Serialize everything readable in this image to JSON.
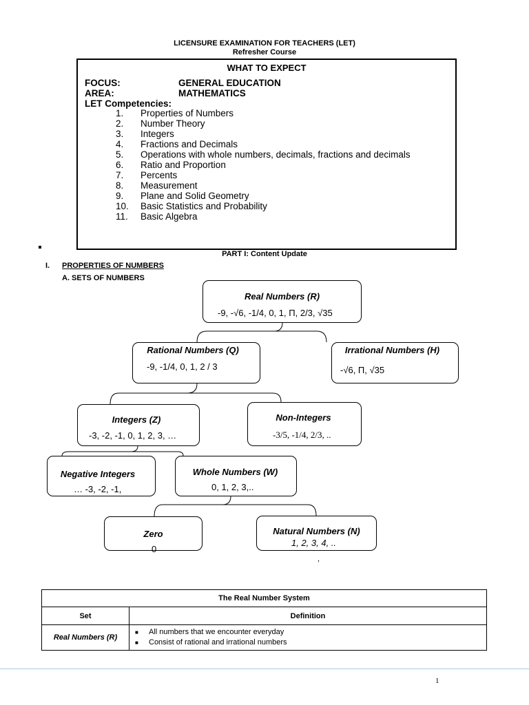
{
  "header": {
    "title": "LICENSURE EXAMINATION FOR TEACHERS (LET)",
    "subtitle": "Refresher Course"
  },
  "expect_box": {
    "title": "WHAT TO EXPECT",
    "focus_label": "FOCUS:",
    "focus_value": "GENERAL EDUCATION",
    "area_label": "AREA:",
    "area_value": "MATHEMATICS",
    "competencies_label": "LET Competencies:",
    "competencies": [
      {
        "num": "1.",
        "text": "Properties of Numbers"
      },
      {
        "num": "2.",
        "text": "Number Theory"
      },
      {
        "num": "3.",
        "text": "Integers"
      },
      {
        "num": "4.",
        "text": "Fractions and Decimals"
      },
      {
        "num": "5.",
        "text": "Operations with whole numbers, decimals, fractions and decimals"
      },
      {
        "num": "6.",
        "text": "Ratio and Proportion"
      },
      {
        "num": "7.",
        "text": "Percents"
      },
      {
        "num": "8.",
        "text": "Measurement"
      },
      {
        "num": "9.",
        "text": "Plane and Solid Geometry"
      },
      {
        "num": "10.",
        "text": "Basic Statistics and Probability"
      },
      {
        "num": "11.",
        "text": "Basic Algebra"
      }
    ]
  },
  "part_title": "PART I: Content Update",
  "section": {
    "numeral": "I.",
    "title": "PROPERTIES OF NUMBERS",
    "subsection": "A. SETS OF NUMBERS"
  },
  "diagram": {
    "real": {
      "title": "Real Numbers (R)",
      "values": "-9, -√6, -1/4, 0, 1, Π, 2/3, √35"
    },
    "rational": {
      "title": "Rational Numbers (Q)",
      "values": "-9, -1/4, 0, 1, 2 / 3"
    },
    "irrational": {
      "title": "Irrational Numbers (H)",
      "values": "-√6, Π, √35"
    },
    "integers": {
      "title": "Integers (Z)",
      "values": "-3, -2, -1, 0, 1, 2, 3, …"
    },
    "non_integers": {
      "title": "Non-Integers",
      "values": "-3/5, -1/4, 2/3, .."
    },
    "negative_integers": {
      "title": "Negative Integers",
      "values": "… -3, -2, -1,"
    },
    "whole": {
      "title": "Whole Numbers (W)",
      "values": "0, 1, 2, 3,.."
    },
    "zero": {
      "title": "Zero",
      "values": "0"
    },
    "natural": {
      "title": "Natural Numbers (N)",
      "values": "1, 2, 3, 4, .."
    },
    "stray_mark": ","
  },
  "table": {
    "caption": "The Real Number System",
    "headers": [
      "Set",
      "Definition"
    ],
    "rows": [
      {
        "set": "Real Numbers (R)",
        "definitions": [
          "All numbers that we encounter everyday",
          "Consist of rational and irrational numbers"
        ]
      }
    ]
  },
  "page_number": "1"
}
